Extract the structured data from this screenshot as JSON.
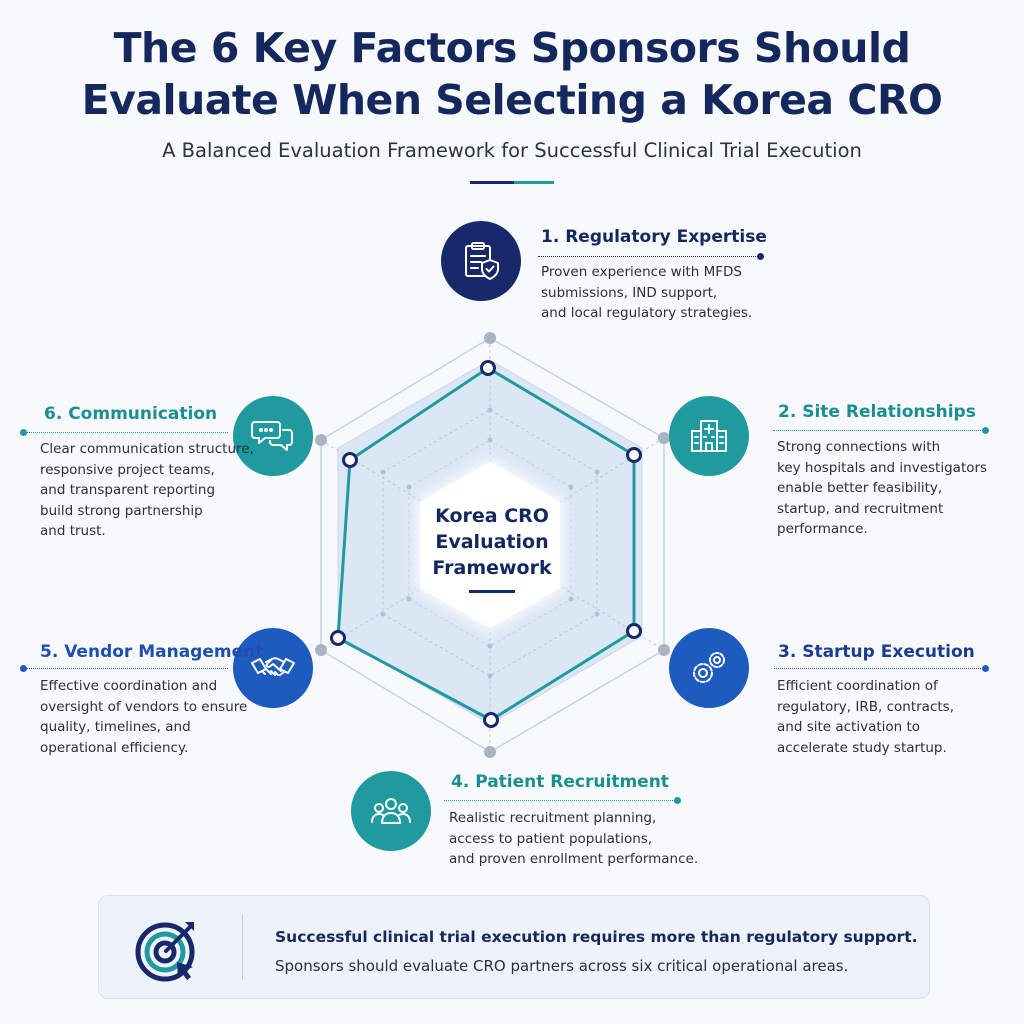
{
  "header": {
    "title_line1": "The 6 Key Factors Sponsors Should",
    "title_line2": "Evaluate When Selecting a Korea CRO",
    "subtitle": "A Balanced Evaluation Framework for Successful Clinical Trial Execution"
  },
  "center": {
    "line1": "Korea CRO",
    "line2": "Evaluation",
    "line3": "Framework"
  },
  "factors": [
    {
      "title": "1. Regulatory Expertise",
      "icon": "clipboard-shield-icon",
      "color": "#17296a",
      "desc": [
        "Proven experience with MFDS",
        "submissions, IND support,",
        "and local regulatory strategies."
      ]
    },
    {
      "title": "2. Site Relationships",
      "icon": "hospital-icon",
      "color": "#1f9a9e",
      "desc": [
        "Strong connections with",
        "key hospitals and investigators",
        "enable better feasibility,",
        "startup, and recruitment",
        "performance."
      ]
    },
    {
      "title": "3. Startup Execution",
      "icon": "gears-icon",
      "color": "#1e5bbf",
      "desc": [
        "Efficient coordination of",
        "regulatory, IRB, contracts,",
        "and site activation to",
        "accelerate study startup."
      ]
    },
    {
      "title": "4. Patient Recruitment",
      "icon": "people-icon",
      "color": "#1f9a9e",
      "desc": [
        "Realistic recruitment planning,",
        "access to patient populations,",
        "and proven enrollment performance."
      ]
    },
    {
      "title": "5. Vendor Management",
      "icon": "handshake-icon",
      "color": "#1e5bbf",
      "desc": [
        "Effective coordination and",
        "oversight of vendors to ensure",
        "quality, timelines, and",
        "operational efficiency."
      ]
    },
    {
      "title": "6. Communication",
      "icon": "chat-bubbles-icon",
      "color": "#1f9a9e",
      "desc": [
        "Clear communication structure,",
        "responsive project teams,",
        "and transparent reporting",
        "build strong partnership",
        "and trust."
      ]
    }
  ],
  "banner": {
    "icon": "target-arrow-icon",
    "line1": "Successful clinical trial execution requires more than regulatory support.",
    "line2": "Sponsors should evaluate CRO partners across six critical operational areas."
  },
  "colors": {
    "navy": "#17296a",
    "teal": "#1f9a9e",
    "blue": "#1e5bbf"
  }
}
